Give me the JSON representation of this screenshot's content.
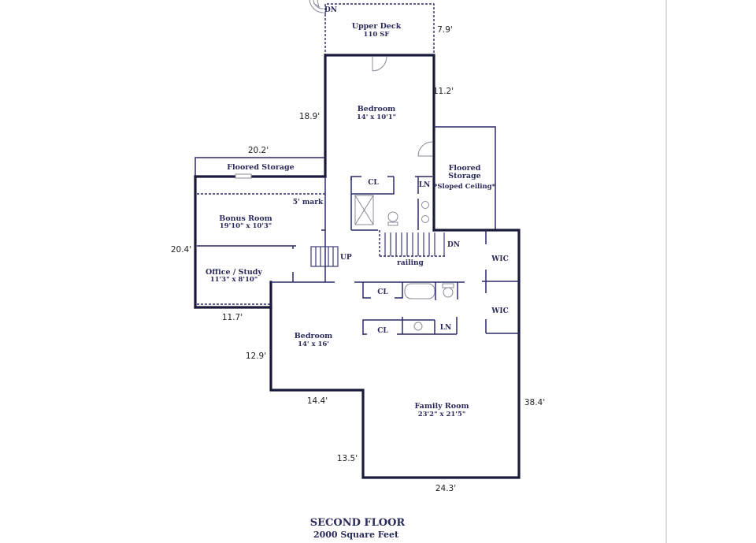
{
  "title": {
    "floor": "SECOND FLOOR",
    "area": "2000 Square Feet"
  },
  "rooms": {
    "upper_deck": {
      "name": "Upper Deck",
      "dims": "110 SF"
    },
    "bedroom_top": {
      "name": "Bedroom",
      "dims": "14' x 10'1\""
    },
    "floored_storage_left": {
      "name": "Floored Storage"
    },
    "floored_storage_right": {
      "line1": "Floored",
      "line2": "Storage",
      "note": "*Sloped Ceiling*"
    },
    "bonus_room": {
      "name": "Bonus Room",
      "dims": "19'10\" x 10'3\""
    },
    "office_study": {
      "name": "Office / Study",
      "dims": "11'3\" x 8'10\""
    },
    "bedroom_middle": {
      "name": "Bedroom",
      "dims": "14' x 16'"
    },
    "family_room": {
      "name": "Family Room",
      "dims": "23'2\" x 21'5\""
    }
  },
  "labels": {
    "dn_top": "DN",
    "cl_top": "CL",
    "ln_top": "LN",
    "five_mark": "5' mark",
    "up": "UP",
    "dn_stairs": "DN",
    "railing": "railing",
    "wic_1": "WIC",
    "wic_2": "WIC",
    "cl_bath": "CL",
    "cl_lower": "CL",
    "ln_lower": "LN"
  },
  "measurements": {
    "deck_height": "7.9'",
    "bedroom_right": "11.2'",
    "bedroom_left": "18.9'",
    "storage_width": "20.2'",
    "bonus_height": "20.4'",
    "office_bottom": "11.7'",
    "bedroom_mid_left": "12.9'",
    "bedroom_mid_bottom": "14.4'",
    "family_right": "38.4'",
    "family_left": "13.5'",
    "family_bottom": "24.3'"
  },
  "colors": {
    "wall": "#1a1a3a",
    "label": "#2a2a5c",
    "background": "#ffffff"
  }
}
